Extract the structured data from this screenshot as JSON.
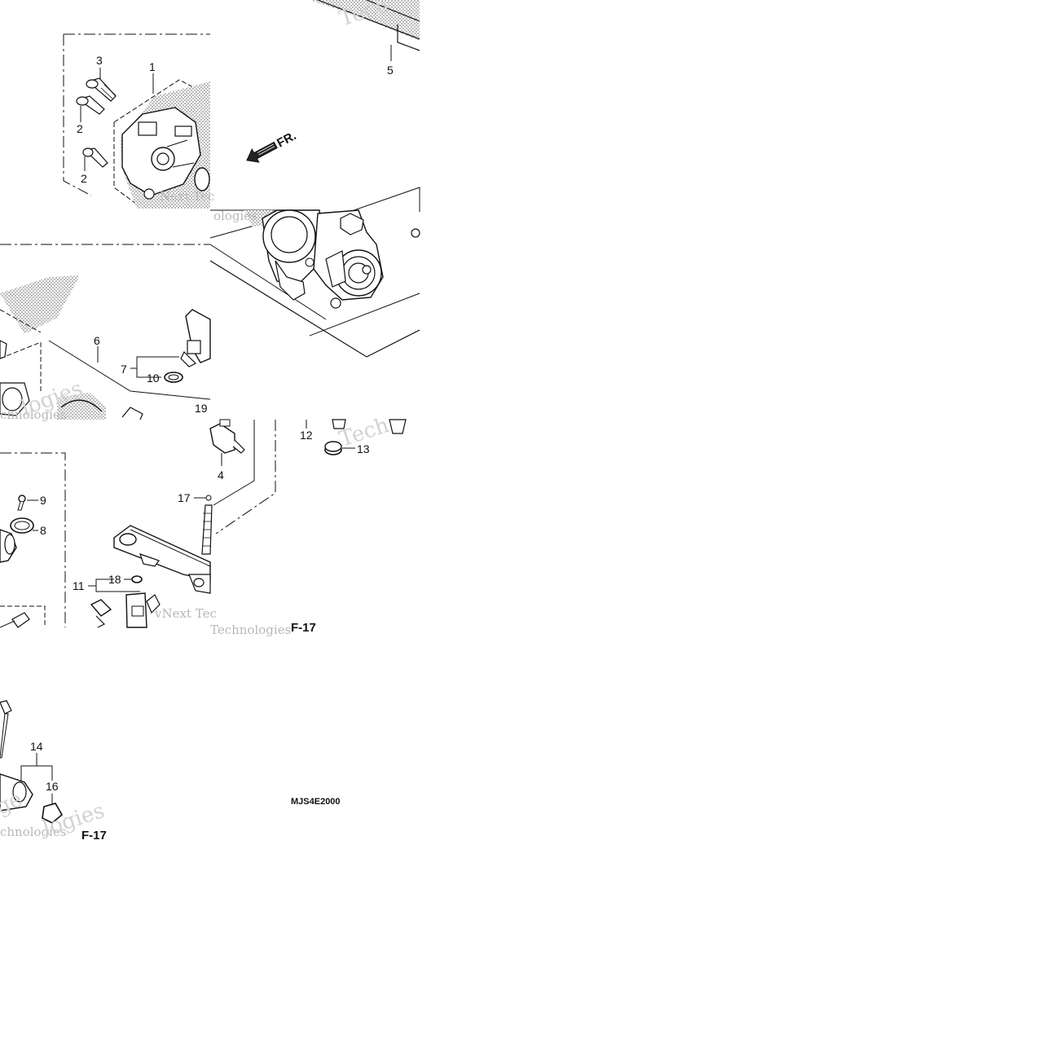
{
  "callouts": {
    "c1": "1",
    "c2a": "2",
    "c2b": "2",
    "c3": "3",
    "c4": "4",
    "c5": "5",
    "c6": "6",
    "c7": "7",
    "c8": "8",
    "c9": "9",
    "c10": "10",
    "c11": "11",
    "c12": "12",
    "c13": "13",
    "c14": "14",
    "c16": "16",
    "c17": "17",
    "c18": "18",
    "c19": "19"
  },
  "direction_label": "FR.",
  "reference_pages": {
    "middle": "F-17",
    "bottom": "F-17"
  },
  "diagram_code": "MJS4E2000",
  "watermarks": {
    "full_next": "vNext Tec",
    "next_short": "Next Tec",
    "techno": "Techno",
    "logies_a": "logies",
    "logies_b": "ologies",
    "technologies": "Technologies",
    "chnologies": "chnologies",
    "t_letters": "Tech",
    "ge": "ge"
  },
  "colors": {
    "line": "#111111",
    "screen": "#9a9a9a",
    "watermark": "#c0c0c0"
  }
}
